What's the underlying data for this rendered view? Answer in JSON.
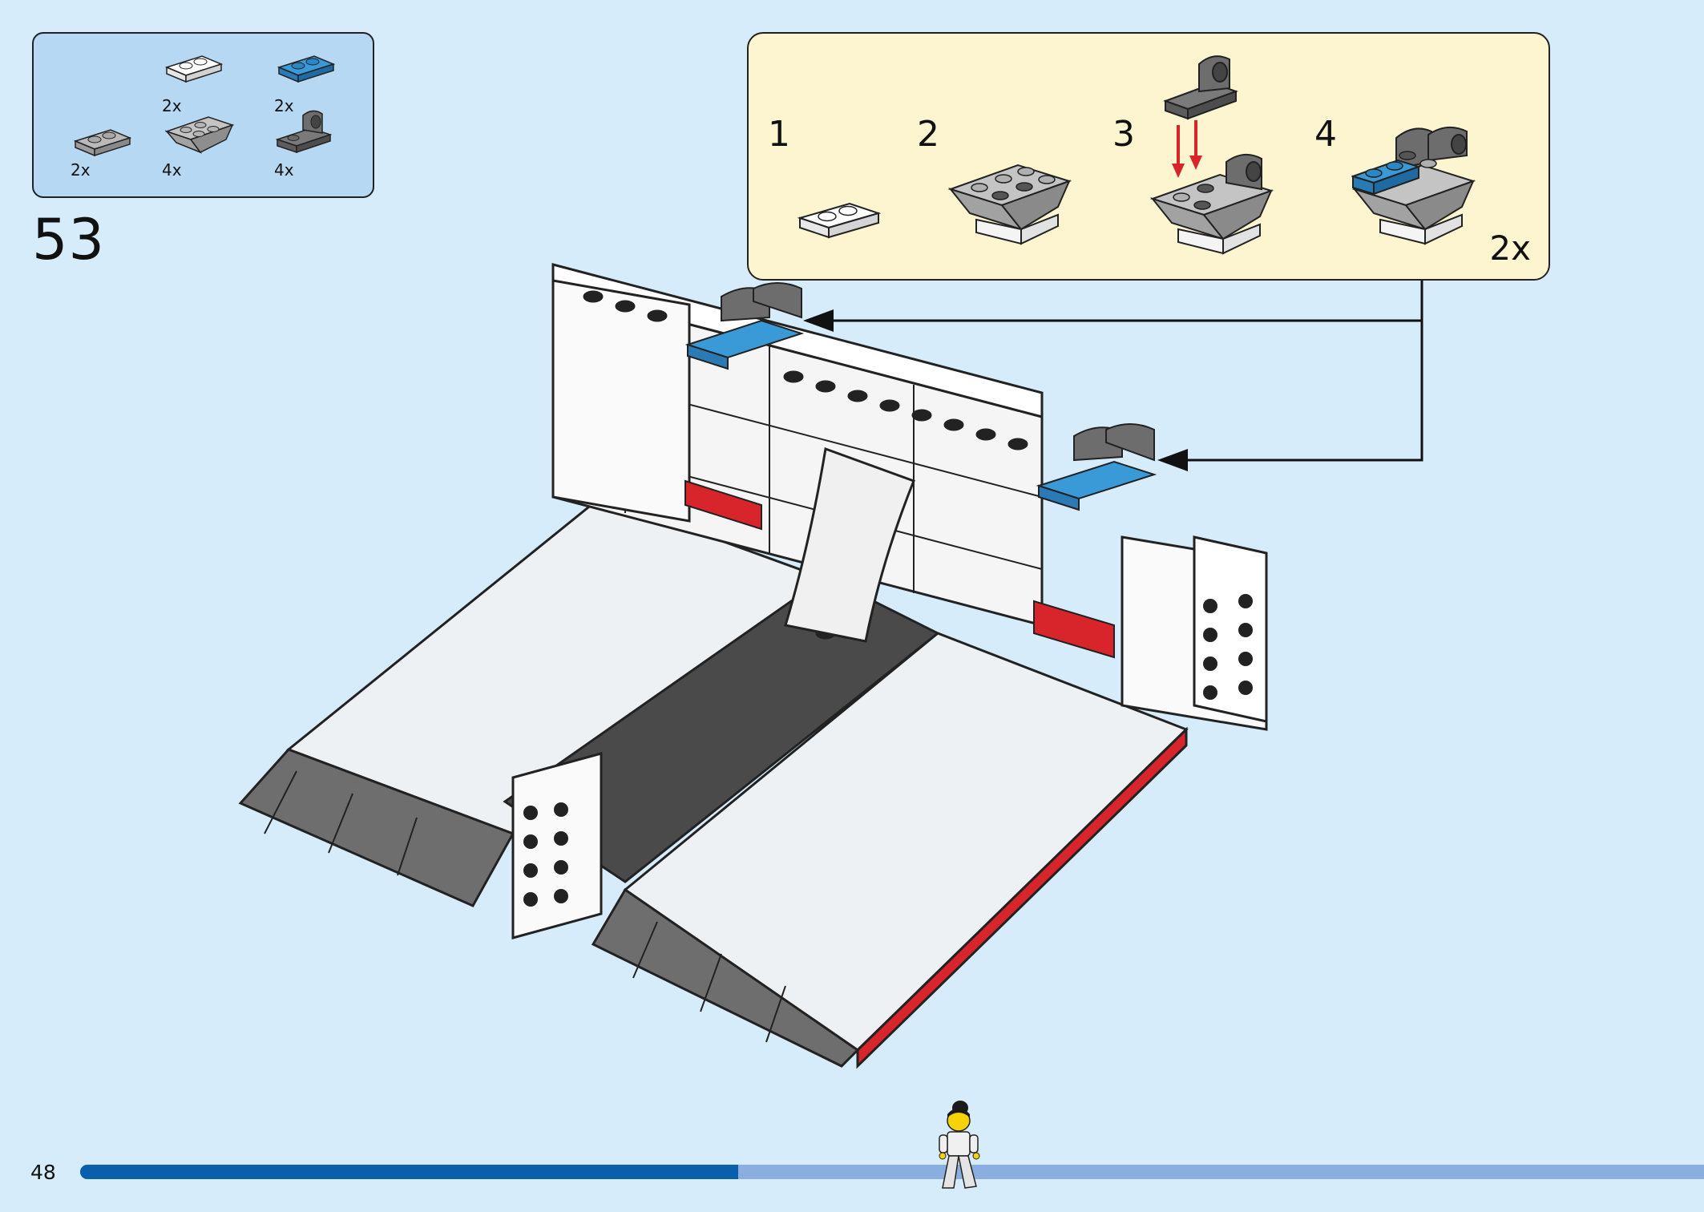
{
  "page": {
    "number": "48",
    "background_color": "#d6ecfb"
  },
  "parts_list": {
    "items": [
      {
        "name": "plate-1x2-white",
        "quantity": "2x",
        "color": "#ffffff"
      },
      {
        "name": "plate-1x2-blue",
        "quantity": "2x",
        "color": "#2f8fd0"
      },
      {
        "name": "plate-1x2-light-gray",
        "quantity": "2x",
        "color": "#a9a9a9"
      },
      {
        "name": "slope-inverted-light-gray",
        "quantity": "4x",
        "color": "#b4b4b4"
      },
      {
        "name": "bracket-with-pin-hole-dark-gray",
        "quantity": "4x",
        "color": "#6d6d6d"
      }
    ]
  },
  "step": {
    "number": "53"
  },
  "sub_assembly": {
    "steps": [
      {
        "number": "1"
      },
      {
        "number": "2"
      },
      {
        "number": "3"
      },
      {
        "number": "4"
      }
    ],
    "multiplier": "2x",
    "arrow_color": "#d8242b"
  },
  "progress": {
    "fraction": 0.405,
    "track_color": "#8aaee0",
    "fill_color": "#0a5fac"
  }
}
